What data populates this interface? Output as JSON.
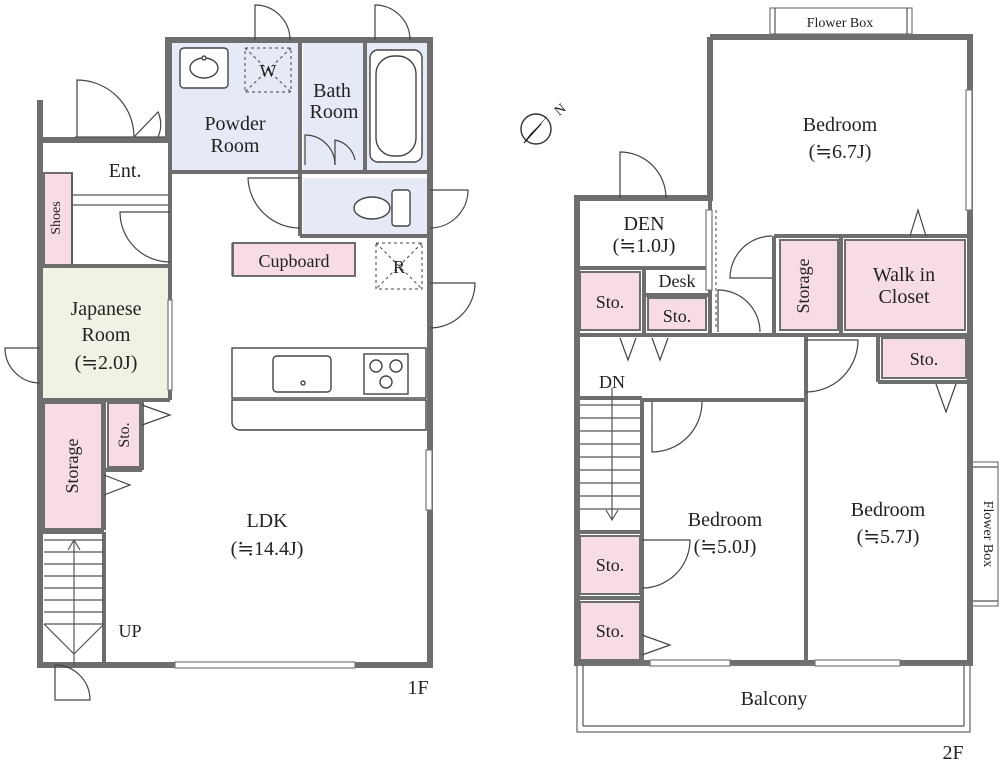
{
  "floors": {
    "first": {
      "label": "1F",
      "rooms": {
        "ent": "Ent.",
        "shoes": "Shoes",
        "powder_room_1": "Powder",
        "powder_room_2": "Room",
        "washer": "W",
        "bath_1": "Bath",
        "bath_2": "Room",
        "cupboard": "Cupboard",
        "refrigerator": "R",
        "japanese_1": "Japanese",
        "japanese_2": "Room",
        "japanese_3": "(≒2.0J)",
        "storage": "Storage",
        "sto": "Sto.",
        "ldk_1": "LDK",
        "ldk_2": "(≒14.4J)",
        "up": "UP"
      }
    },
    "second": {
      "label": "2F",
      "rooms": {
        "flower_box_top": "Flower Box",
        "flower_box_side": "Flower Box",
        "bedroom_a_1": "Bedroom",
        "bedroom_a_2": "(≒6.7J)",
        "den_1": "DEN",
        "den_2": "(≒1.0J)",
        "desk": "Desk",
        "sto_1": "Sto.",
        "sto_2": "Sto.",
        "storage": "Storage",
        "walkin_1": "Walk in",
        "walkin_2": "Closet",
        "sto_3": "Sto.",
        "dn": "DN",
        "bedroom_b_1": "Bedroom",
        "bedroom_b_2": "(≒5.0J)",
        "bedroom_c_1": "Bedroom",
        "bedroom_c_2": "(≒5.7J)",
        "sto_4": "Sto.",
        "sto_5": "Sto.",
        "balcony": "Balcony"
      }
    }
  },
  "compass": {
    "label": "N"
  },
  "colors": {
    "wall": "#6e6e6e",
    "storage_pink": "#f7dce6",
    "wet_area_blue": "#e6eaf6",
    "tatami_green": "#eef3e3"
  }
}
